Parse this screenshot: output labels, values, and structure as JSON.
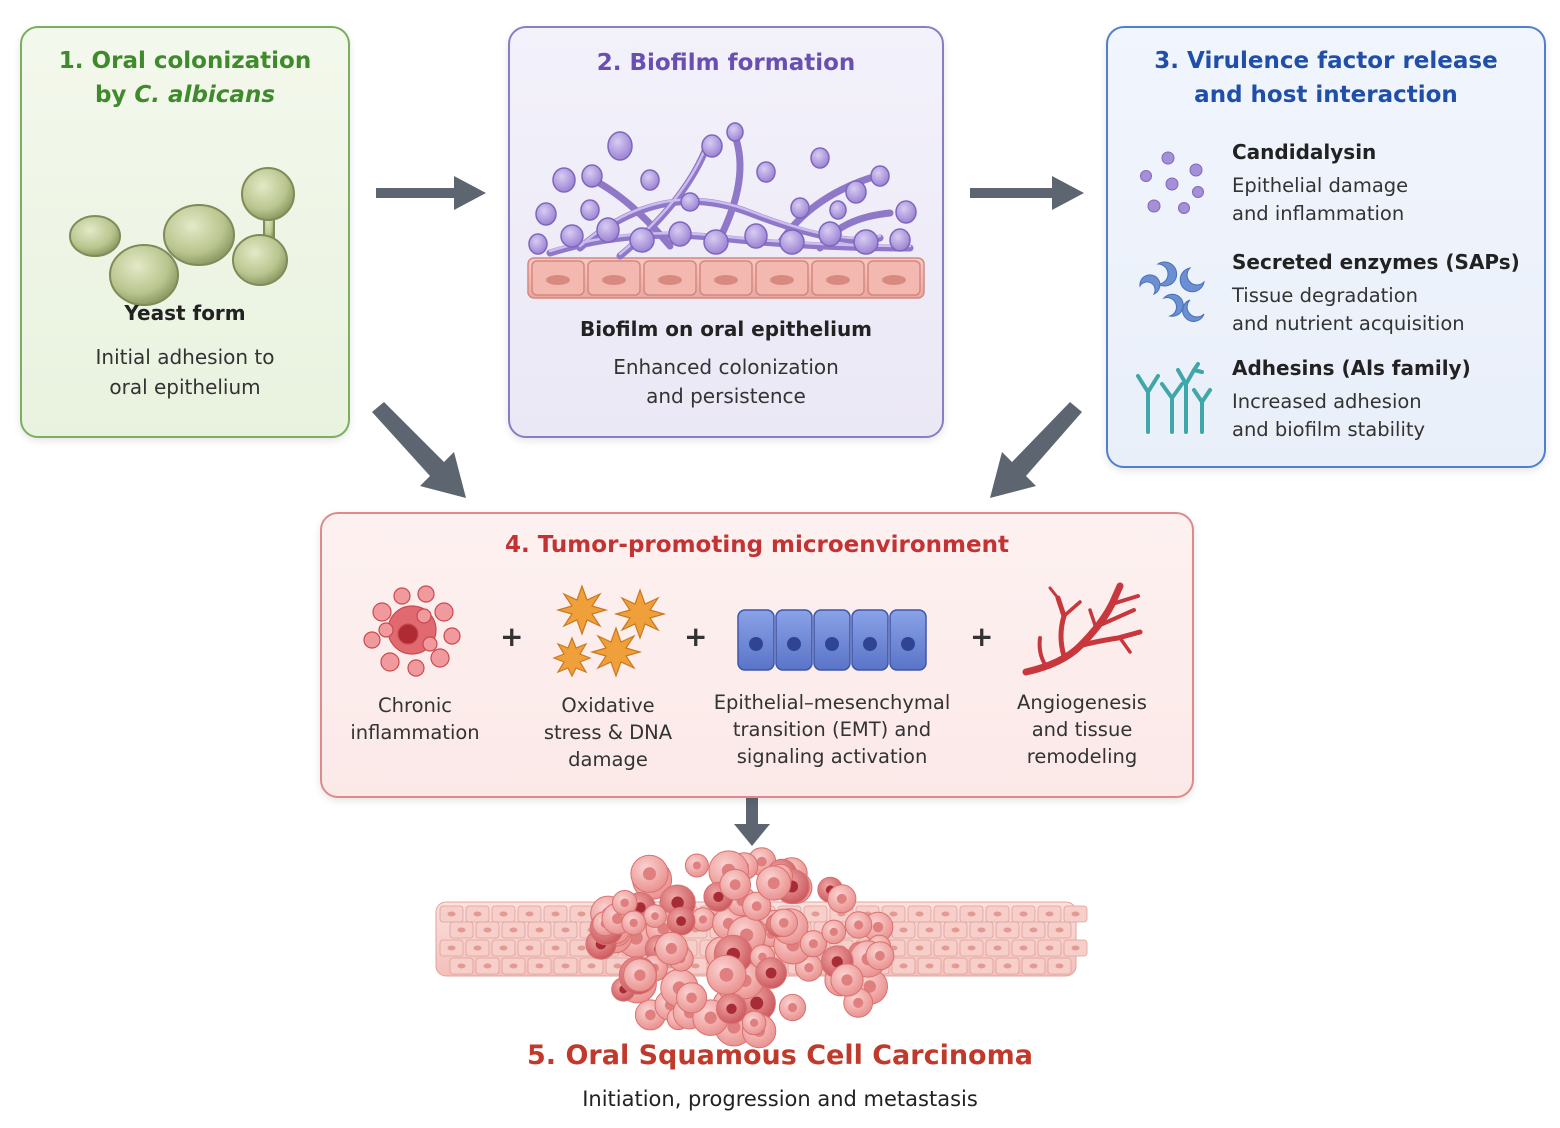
{
  "panels": {
    "p1": {
      "title_line1": "1. Oral colonization",
      "title_line2_prefix": "by ",
      "title_line2_italic": "C. albicans",
      "form_label": "Yeast form",
      "desc_line1": "Initial adhesion to",
      "desc_line2": "oral epithelium"
    },
    "p2": {
      "title": "2. Biofilm formation",
      "label": "Biofilm on oral epithelium",
      "desc_line1": "Enhanced colonization",
      "desc_line2": "and persistence"
    },
    "p3": {
      "title_line1": "3. Virulence factor release",
      "title_line2": "and host interaction",
      "items": [
        {
          "name": "Candidalysin",
          "desc1": "Epithelial damage",
          "desc2": "and inflammation"
        },
        {
          "name": "Secreted enzymes (SAPs)",
          "desc1": "Tissue degradation",
          "desc2": "and nutrient acquisition"
        },
        {
          "name": "Adhesins (Als family)",
          "desc1": "Increased adhesion",
          "desc2": "and biofilm stability"
        }
      ]
    },
    "p4": {
      "title": "4. Tumor-promoting microenvironment",
      "plus": "+",
      "items": [
        {
          "line1": "Chronic",
          "line2": "inflammation",
          "line3": ""
        },
        {
          "line1": "Oxidative",
          "line2": "stress & DNA",
          "line3": "damage"
        },
        {
          "line1": "Epithelial–mesenchymal",
          "line2": "transition (EMT) and",
          "line3": "signaling activation"
        },
        {
          "line1": "Angiogenesis",
          "line2": "and tissue",
          "line3": "remodeling"
        }
      ]
    }
  },
  "final": {
    "title": "5. Oral Squamous Cell Carcinoma",
    "subtitle": "Initiation, progression and metastasis"
  },
  "colors": {
    "stage1": "#3f8a2c",
    "stage2": "#6a4fb3",
    "stage3": "#1f4fa8",
    "stage4": "#c33333",
    "arrow": "#5d6670"
  }
}
